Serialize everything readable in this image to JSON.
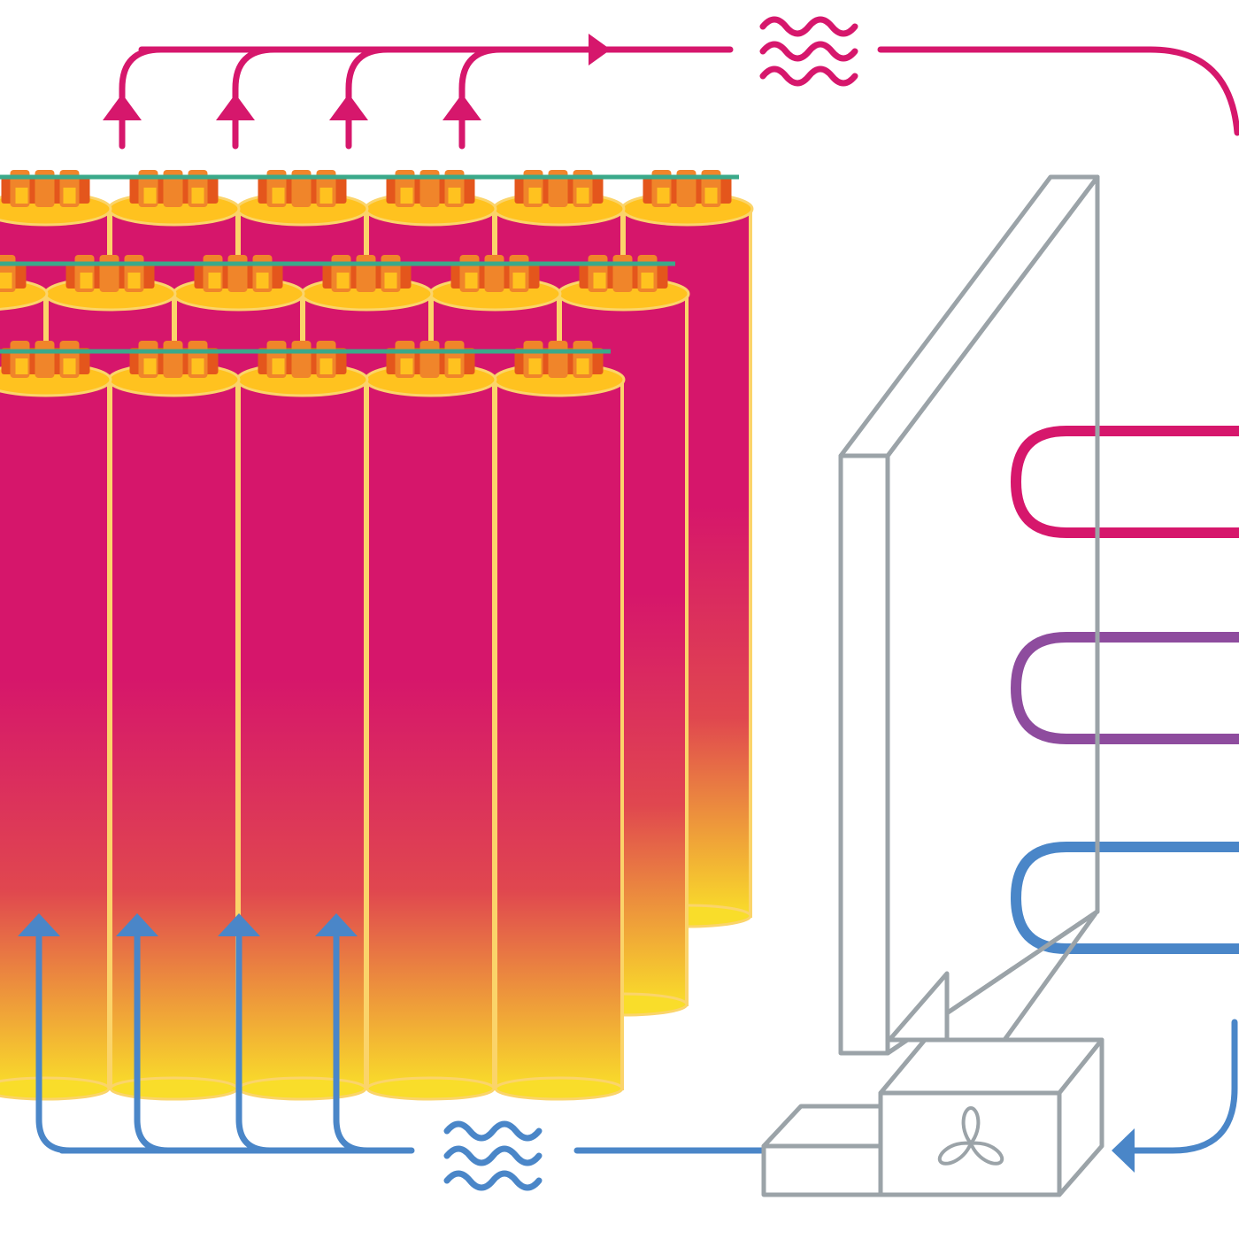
{
  "diagram": {
    "type": "battery-pack-cooling-loop",
    "text_labels": [],
    "colors": {
      "hot_flow": "#d6176c",
      "warm_flow": "#8e4c9e",
      "cool_flow": "#4a86c8",
      "cell_top": "#d6166b",
      "cell_mid": "#e0474f",
      "cell_bottom": "#f9dd2a",
      "cell_outline": "#fbd46a",
      "terminal_dark": "#e4561c",
      "terminal_light": "#f0852a",
      "cap_base": "#ffc21f",
      "busbar": "#3aa98a",
      "equipment_outline": "#9ba3a8"
    },
    "components": {
      "cell_rows": 3,
      "cells_per_row": [
        6,
        6,
        5
      ],
      "hot_outlet_risers": 4,
      "cool_inlet_risers": 4,
      "heat_exchanger_coils": [
        "hot",
        "warm",
        "cool"
      ],
      "icons": [
        "heat-waves-icon",
        "heat-waves-icon",
        "fan-icon"
      ]
    }
  }
}
